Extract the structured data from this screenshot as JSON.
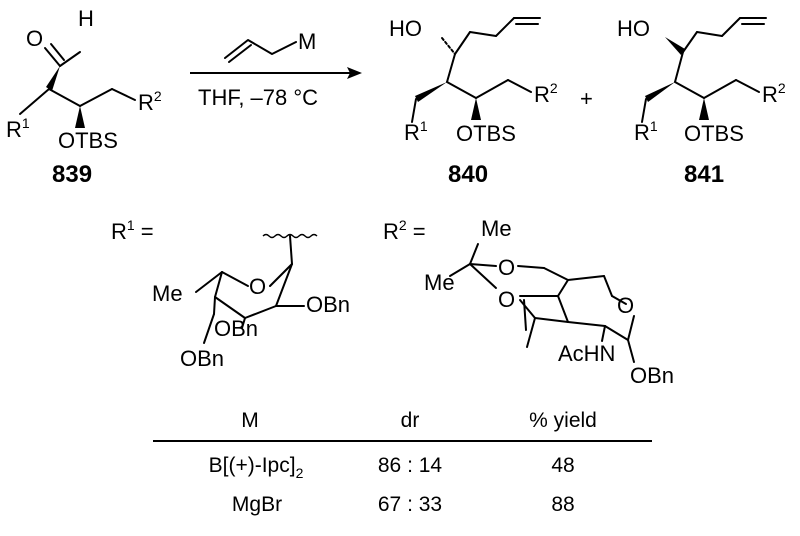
{
  "reaction": {
    "reagent_metal": "M",
    "conditions": "THF, –78 °C",
    "plus": "+"
  },
  "compounds": {
    "c839": {
      "number": "839",
      "aldehyde_h": "H",
      "aldehyde_o": "O",
      "r1_base": "R",
      "r1_sup": "1",
      "r2_base": "R",
      "r2_sup": "2",
      "otbs": "OTBS"
    },
    "c840": {
      "number": "840",
      "ho": "HO",
      "r1_base": "R",
      "r1_sup": "1",
      "r2_base": "R",
      "r2_sup": "2",
      "otbs": "OTBS"
    },
    "c841": {
      "number": "841",
      "ho": "HO",
      "r1_base": "R",
      "r1_sup": "1",
      "r2_base": "R",
      "r2_sup": "2",
      "otbs": "OTBS"
    }
  },
  "substituents": {
    "r1": {
      "base": "R",
      "sup": "1",
      "eq": "=",
      "me": "Me",
      "o_ring": "O",
      "obn_a": "OBn",
      "obn_b": "OBn",
      "obn_c": "OBn"
    },
    "r2": {
      "base": "R",
      "sup": "2",
      "eq": "=",
      "me_top": "Me",
      "me_left": "Me",
      "o_top": "O",
      "o_left": "O",
      "o_ring": "O",
      "achn": "AcHN",
      "obn": "OBn"
    }
  },
  "table": {
    "headers": [
      "M",
      "dr",
      "% yield"
    ],
    "rows": [
      {
        "m_base": "B[(+)-Ipc]",
        "m_sub": "2",
        "dr": "86 : 14",
        "yield": "48"
      },
      {
        "m_base": "MgBr",
        "m_sub": "",
        "dr": "67 : 33",
        "yield": "88"
      }
    ]
  }
}
